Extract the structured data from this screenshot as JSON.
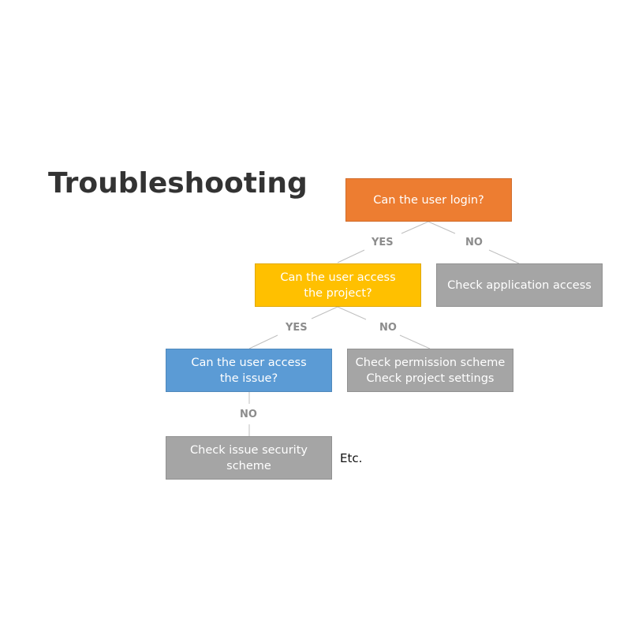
{
  "title": "Troubleshooting",
  "colors": {
    "orange": "#ed7d31",
    "yellow": "#ffc000",
    "blue": "#5b9bd5",
    "gray": "#a5a5a5",
    "connector": "#bfbfbf",
    "label": "#8c8c8c"
  },
  "nodes": {
    "login": "Can the user login?",
    "app_access": "Check application access",
    "project_access": "Can the user access\nthe project?",
    "permission": "Check permission scheme\nCheck project settings",
    "issue_access": "Can the user access\nthe issue?",
    "issue_security": "Check issue security scheme"
  },
  "edges": {
    "login_yes": "YES",
    "login_no": "NO",
    "project_yes": "YES",
    "project_no": "NO",
    "issue_no": "NO"
  },
  "etc": "Etc."
}
